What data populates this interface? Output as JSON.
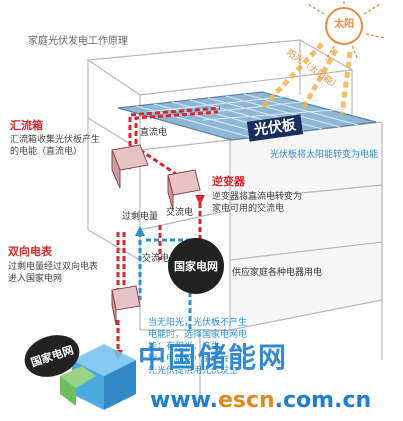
{
  "title": "家庭光伏发电工作原理",
  "sun": {
    "label": "太阳"
  },
  "sunlight": {
    "label": "阳光（太阳能）"
  },
  "panel": {
    "label": "光伏板",
    "desc": "光伏板将太阳能转变为电能"
  },
  "combiner": {
    "title": "汇流箱",
    "desc_line1": "汇流箱收集光伏板产生",
    "desc_line2": "的电能（直流电）"
  },
  "dc_label": "直流电",
  "inverter": {
    "title": "逆变器",
    "desc_line1": "逆变器将直流电转变为",
    "desc_line2": "家电可用的交流电"
  },
  "ac_label": "交流电",
  "ac_label2": "交流电",
  "surplus_label": "过剩电量",
  "meter": {
    "title": "双向电表",
    "desc_line1": "过剩电量经过双向电表",
    "desc_line2": "进入国家电网"
  },
  "grid_bubble_1": "国家电网",
  "grid_bubble_2": "国家电网",
  "home_supply": "供应家庭各种电器用电",
  "night_note": {
    "line1": "当无阳光，光伏板不产生",
    "line2": "电能时，选择国家电网电",
    "line3": "能；有阳光，产生",
    "line4": "能（电能储）系统会",
    "line5": "先光伏提供用光伏发生"
  },
  "watermark": {
    "cn": "中国储能网",
    "url_www": "www.",
    "url_escn": "escn",
    "url_rest": ".com.cn"
  },
  "colors": {
    "red": "#d8262d",
    "blue": "#2c8fd0",
    "sun": "#f08a3c",
    "dark": "#222222"
  }
}
